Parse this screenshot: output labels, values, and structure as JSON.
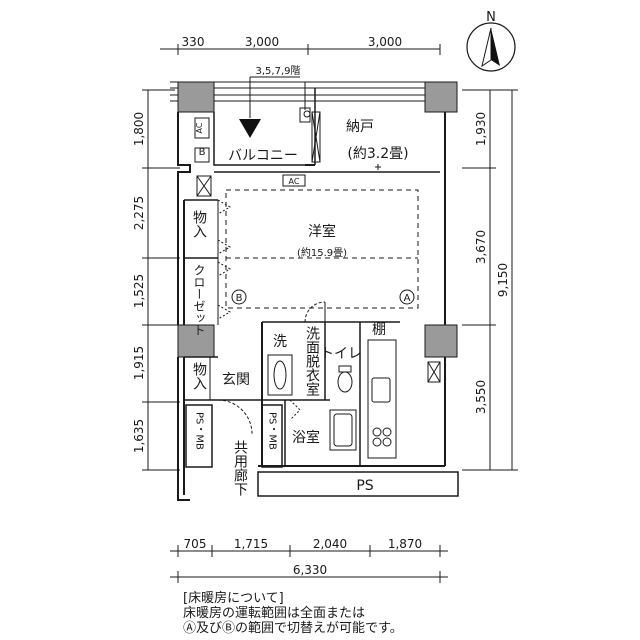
{
  "compass": {
    "label": "N"
  },
  "dims_top": [
    "330",
    "3,000",
    "3,000"
  ],
  "floor_label": "3,5,7,9階",
  "dims_left": [
    "1,800",
    "2,275",
    "1,525",
    "1,915",
    "1,635"
  ],
  "dims_right": [
    "1,930",
    "3,670",
    "3,550"
  ],
  "dim_right_total": "9,150",
  "dims_bottom": [
    "705",
    "1,715",
    "2,040",
    "1,870"
  ],
  "dim_bottom_total": "6,330",
  "rooms": {
    "storage": "納戸",
    "storage_size": "(約3.2畳)",
    "balcony": "バルコニー",
    "western": "洋室",
    "western_size": "(約15.9畳)",
    "closet_a": "物入",
    "closet_b": "物入",
    "wardrobe": "クローゼット",
    "wash": "洗",
    "dressing": "洗面脱衣室",
    "toilet": "トイレ",
    "shelf": "棚",
    "entrance": "玄関",
    "bath": "浴室",
    "ps_mb_left": "PS・MB",
    "ps_mb_right": "PS・MB",
    "corridor": "共用廊下",
    "ps_bottom": "PS",
    "ac_top": "AC",
    "ac_mid": "AC",
    "b_mark": "B",
    "zone_a": "A",
    "zone_b": "B"
  },
  "note": {
    "heading": "[床暖房について]",
    "line1": "床暖房の運転範囲は全面または",
    "line2": "Ⓐ及びⒷの範囲で切替えが可能です。"
  }
}
